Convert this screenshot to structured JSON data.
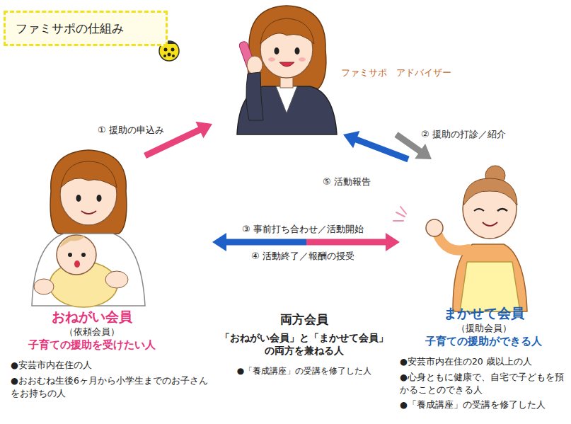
{
  "diagram": {
    "title": "ファミサポの仕組み",
    "nodes": [
      {
        "text": [
          "ファミサポ　アドバイザー"
        ]
      },
      {
        "text": [
          "おねがい会員",
          "（依頼会員）",
          "子育ての援助を受けたい人",
          "●安芸市内在住の人",
          "●おおむね生後6ヶ月から小学生までのお子さんをお持ちの人"
        ]
      },
      {
        "text": [
          "両方会員",
          "「おねがい会員」と「まかせて会員」の両方を兼ねる人",
          "●「養成講座」の受講を修了した人"
        ]
      },
      {
        "text": [
          "まかせて会員",
          "（援助会員）",
          "子育ての援助ができる人",
          "●安芸市内在住の20 歳以上の人",
          "●心身ともに健康で、自宅で子どもを預かることのできる人",
          "●「養成講座」の受講を修了した人"
        ]
      }
    ],
    "edges": [
      {
        "from": 1,
        "to": 0,
        "arrow": "to",
        "label": "① 援助の申込み"
      },
      {
        "from": 0,
        "to": 3,
        "arrow": "to",
        "label": "② 援助の打診／紹介"
      },
      {
        "from": 1,
        "to": 3,
        "arrow": "both",
        "label": "③ 事前打ち合わせ／活動開始"
      },
      {
        "from": 3,
        "to": 0,
        "arrow": "to",
        "label": "⑤ 活動報告"
      }
    ],
    "labels": [
      "④ 活動終了／報酬の授受"
    ]
  }
}
